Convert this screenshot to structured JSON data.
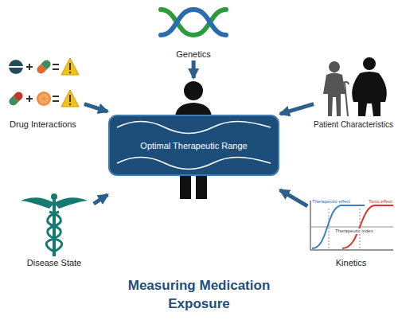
{
  "diagram": {
    "title": "Measuring Medication Exposure",
    "nodes": [
      {
        "text": [
          "Genetics"
        ]
      },
      {
        "text": [
          "Drug Interactions"
        ]
      },
      {
        "text": [
          "Patient Characteristics"
        ]
      },
      {
        "text": [
          "Optimal Therapeutic Range"
        ]
      },
      {
        "text": [
          "Disease State"
        ]
      },
      {
        "text": [
          "Kinetics"
        ]
      }
    ],
    "edges": [
      {
        "from": 0,
        "to": 3,
        "arrow": "to"
      },
      {
        "from": 1,
        "to": 3,
        "arrow": "to"
      },
      {
        "from": 2,
        "to": 3,
        "arrow": "to"
      },
      {
        "from": 4,
        "to": 3,
        "arrow": "to"
      },
      {
        "from": 5,
        "to": 3,
        "arrow": "to"
      }
    ],
    "labels": [
      "Therapeutic effect",
      "Toxic effect",
      "Therapeutic index"
    ]
  }
}
